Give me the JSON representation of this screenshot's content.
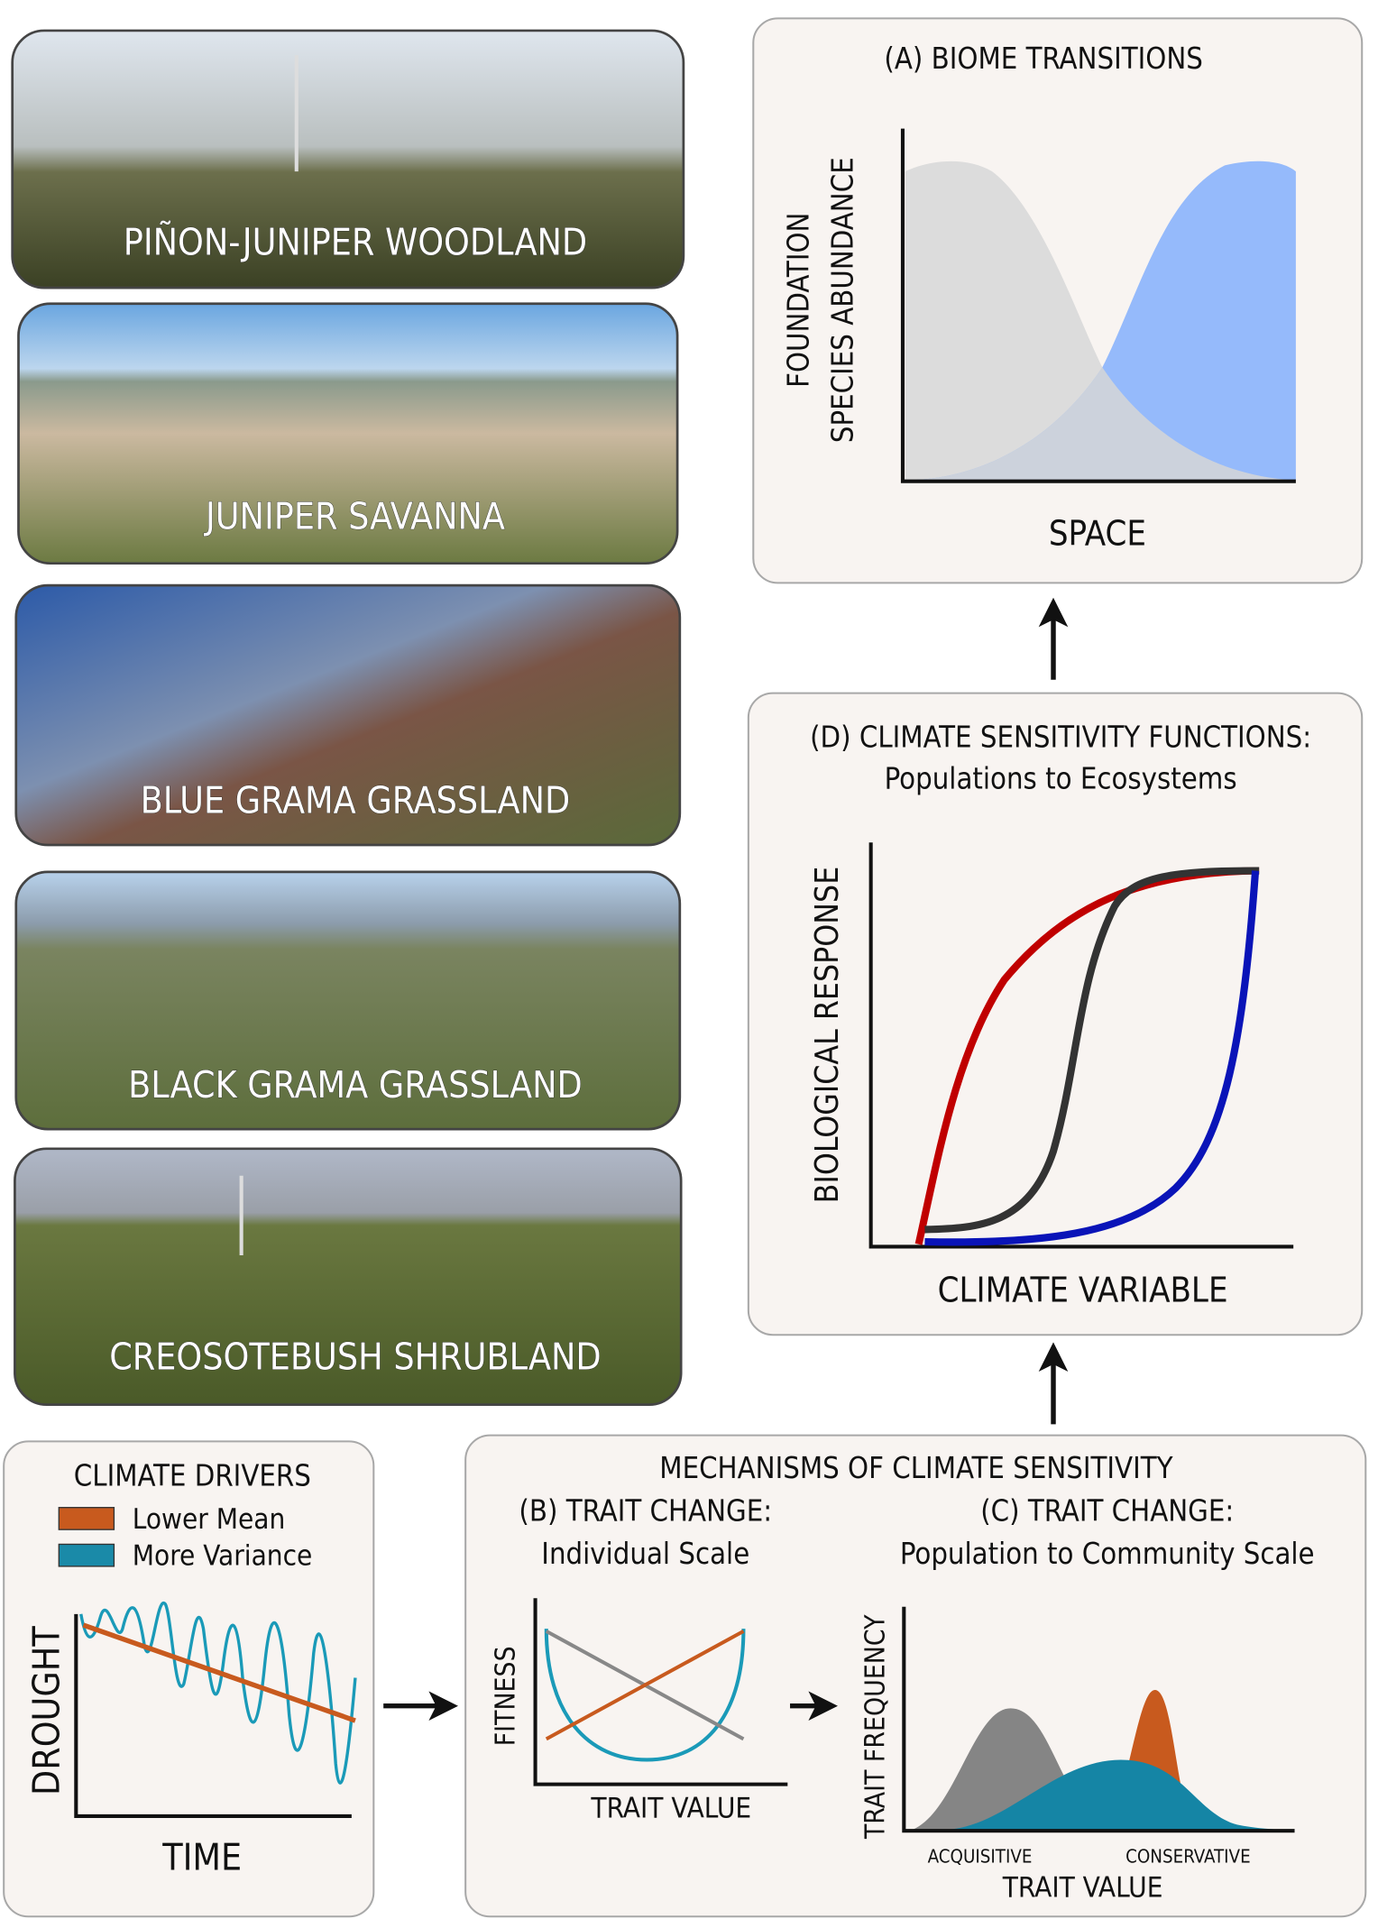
{
  "photos": [
    {
      "label": "PIÑON-JUNIPER WOODLAND"
    },
    {
      "label": "JUNIPER SAVANNA"
    },
    {
      "label": "BLUE GRAMA GRASSLAND"
    },
    {
      "label": "BLACK GRAMA GRASSLAND"
    },
    {
      "label": "CREOSOTEBUSH SHRUBLAND"
    }
  ],
  "panel_a": {
    "title": "(A) BIOME TRANSITIONS",
    "ylabel_1": "FOUNDATION",
    "ylabel_2": "SPECIES ABUNDANCE",
    "xlabel": "SPACE"
  },
  "panel_d": {
    "title": "(D) CLIMATE SENSITIVITY FUNCTIONS:",
    "subtitle": "Populations to Ecosystems",
    "ylabel": "BIOLOGICAL RESPONSE",
    "xlabel": "CLIMATE VARIABLE"
  },
  "drivers": {
    "title": "CLIMATE DRIVERS",
    "legend": [
      {
        "label": "Lower Mean",
        "color": "#c85a1e"
      },
      {
        "label": "More Variance",
        "color": "#1a8aa8"
      }
    ],
    "ylabel": "DROUGHT",
    "xlabel": "TIME"
  },
  "mechanisms": {
    "title": "MECHANISMS OF CLIMATE SENSITIVITY",
    "b_title": "(B) TRAIT CHANGE:",
    "b_subtitle": "Individual Scale",
    "b_ylabel": "FITNESS",
    "b_xlabel": "TRAIT VALUE",
    "c_title": "(C) TRAIT CHANGE:",
    "c_subtitle": "Population to Community Scale",
    "c_ylabel": "TRAIT FREQUENCY",
    "c_tick_left": "ACQUISITIVE",
    "c_tick_right": "CONSERVATIVE",
    "c_xlabel": "TRAIT VALUE"
  }
}
